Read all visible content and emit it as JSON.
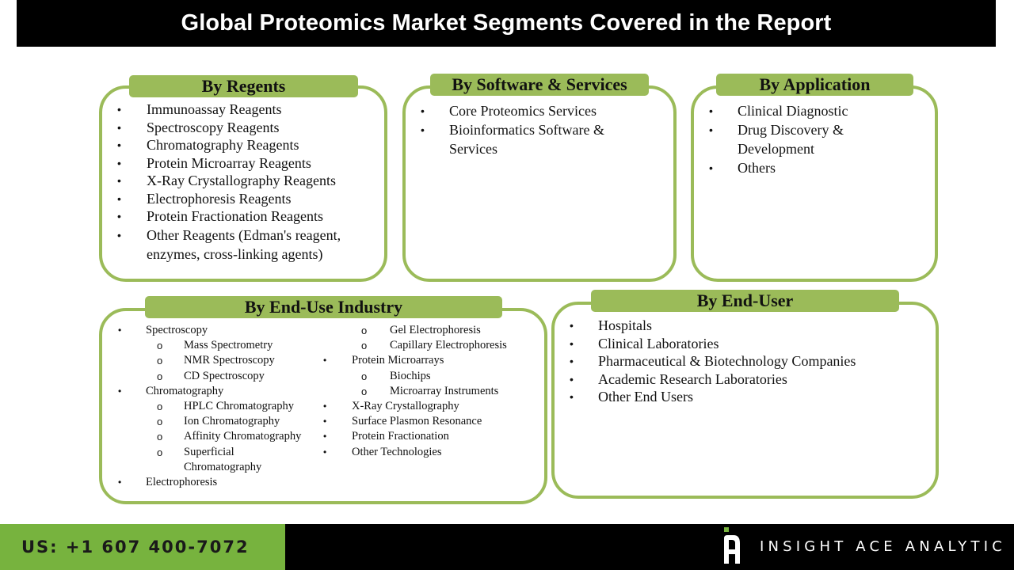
{
  "title": "Global Proteomics Market Segments Covered in the Report",
  "colors": {
    "accent_green": "#9bbb59",
    "footer_green": "#77b33e",
    "title_bg": "#000000",
    "footer_bg": "#000000"
  },
  "segments": {
    "regents": {
      "header": "By Regents",
      "items": [
        "Immunoassay Reagents",
        "Spectroscopy Reagents",
        "Chromatography Reagents",
        "Protein Microarray Reagents",
        "X-Ray Crystallography Reagents",
        "Electrophoresis Reagents",
        "Protein Fractionation Reagents",
        "Other Reagents (Edman's reagent, enzymes, cross-linking agents)"
      ]
    },
    "software_services": {
      "header": "By Software & Services",
      "items": [
        "Core Proteomics Services",
        "Bioinformatics Software & Services"
      ]
    },
    "application": {
      "header": "By Application",
      "items": [
        "Clinical Diagnostic",
        "Drug Discovery & Development",
        "Others"
      ]
    },
    "end_use_industry": {
      "header": "By End-Use Industry",
      "column1": [
        {
          "label": "Spectroscopy",
          "level": 1
        },
        {
          "label": "Mass Spectrometry",
          "level": 2
        },
        {
          "label": "NMR Spectroscopy",
          "level": 2
        },
        {
          "label": "CD Spectroscopy",
          "level": 2
        },
        {
          "label": "Chromatography",
          "level": 1
        },
        {
          "label": "HPLC Chromatography",
          "level": 2
        },
        {
          "label": "Ion Chromatography",
          "level": 2
        },
        {
          "label": "Affinity Chromatography",
          "level": 2
        },
        {
          "label": "Superficial Chromatography",
          "level": 2
        },
        {
          "label": "Electrophoresis",
          "level": 1
        }
      ],
      "column2": [
        {
          "label": "Gel Electrophoresis",
          "level": 2
        },
        {
          "label": "Capillary Electrophoresis",
          "level": 2
        },
        {
          "label": "Protein Microarrays",
          "level": 1
        },
        {
          "label": "Biochips",
          "level": 2
        },
        {
          "label": "Microarray Instruments",
          "level": 2
        },
        {
          "label": "X-Ray Crystallography",
          "level": 1
        },
        {
          "label": "Surface Plasmon Resonance",
          "level": 1
        },
        {
          "label": "Protein Fractionation",
          "level": 1
        },
        {
          "label": "Other Technologies",
          "level": 1
        }
      ]
    },
    "end_user": {
      "header": "By End-User",
      "items": [
        "Hospitals",
        "Clinical Laboratories",
        "Pharmaceutical & Biotechnology Companies",
        "Academic Research Laboratories",
        "Other End Users"
      ]
    }
  },
  "bullets": {
    "primary": "•",
    "secondary": "o"
  },
  "footer": {
    "phone": "US: +1 607 400-7072",
    "brand": "INSIGHT ACE ANALYTIC",
    "logo_icon": "insight-ace-logo-icon"
  }
}
